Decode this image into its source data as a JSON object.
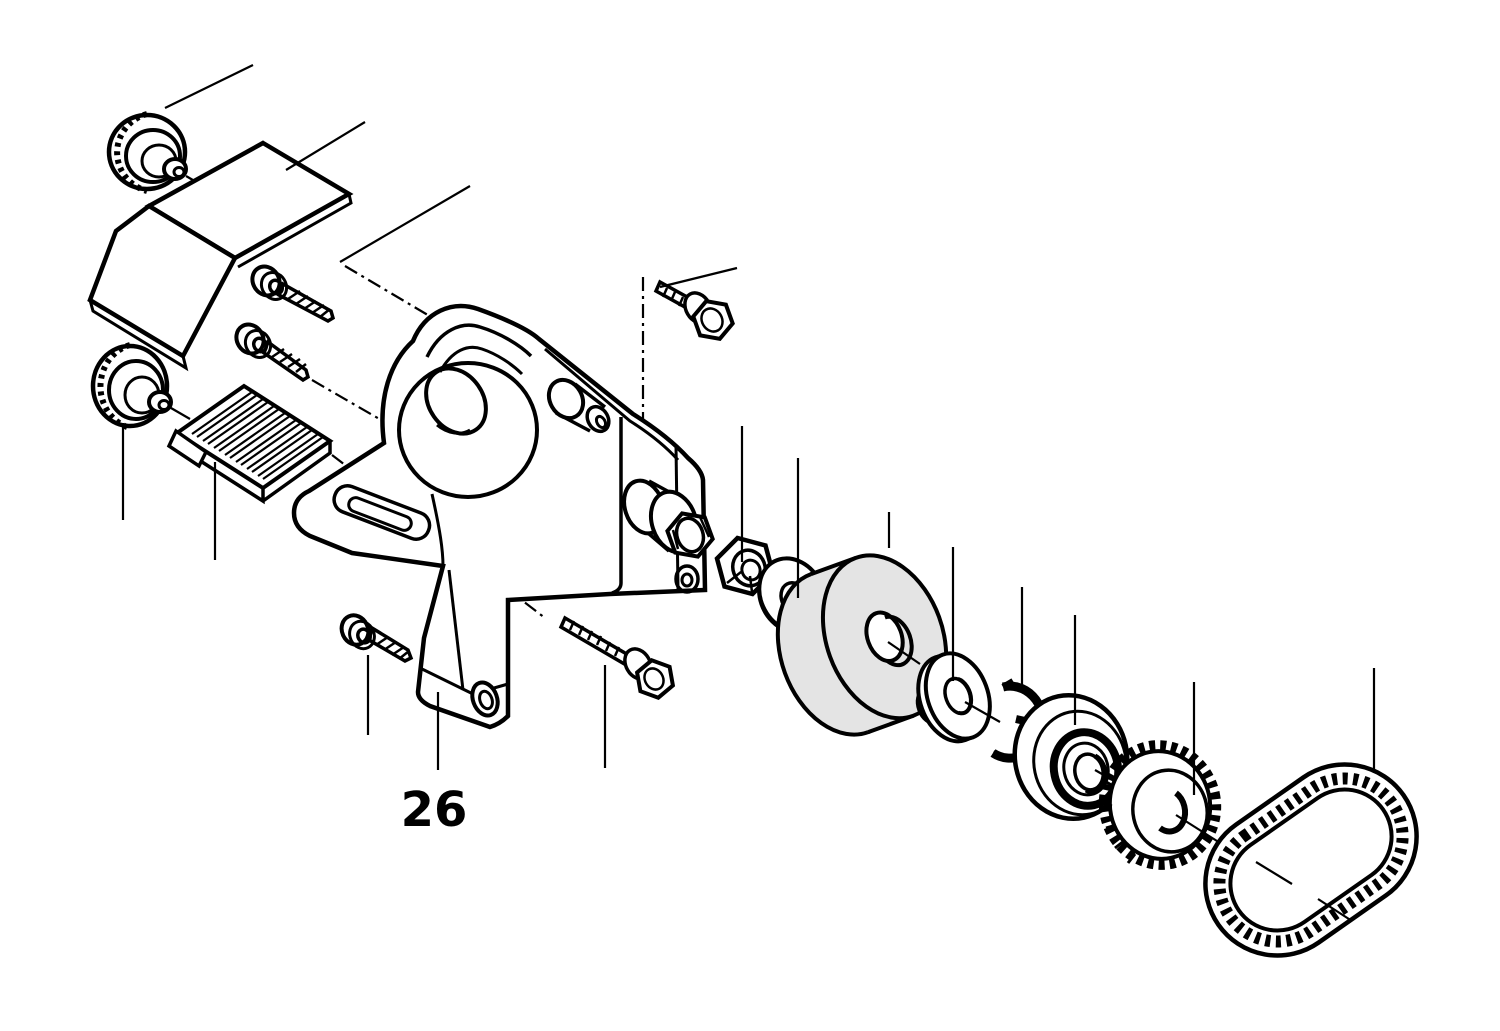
{
  "diagram": {
    "figure_label": "26",
    "type": "exploded-parts-diagram",
    "colors": {
      "line": "#000000",
      "background": "#ffffff",
      "roller_fill": "#e4e4e4"
    },
    "parts": [
      {
        "name": "knurled-knob-upper"
      },
      {
        "name": "cover-plate"
      },
      {
        "name": "pan-head-screw-1"
      },
      {
        "name": "pan-head-screw-2"
      },
      {
        "name": "knurled-knob-lower"
      },
      {
        "name": "ribbed-insert-pad"
      },
      {
        "name": "bracket-housing",
        "label": "26"
      },
      {
        "name": "pan-head-screw-3"
      },
      {
        "name": "hex-bolt-short"
      },
      {
        "name": "hex-bolt-long"
      },
      {
        "name": "hex-nut"
      },
      {
        "name": "flat-washer"
      },
      {
        "name": "tension-roller"
      },
      {
        "name": "support-washer"
      },
      {
        "name": "retaining-ring"
      },
      {
        "name": "ball-bearing"
      },
      {
        "name": "toothed-belt-pulley"
      },
      {
        "name": "toothed-drive-belt"
      }
    ]
  }
}
